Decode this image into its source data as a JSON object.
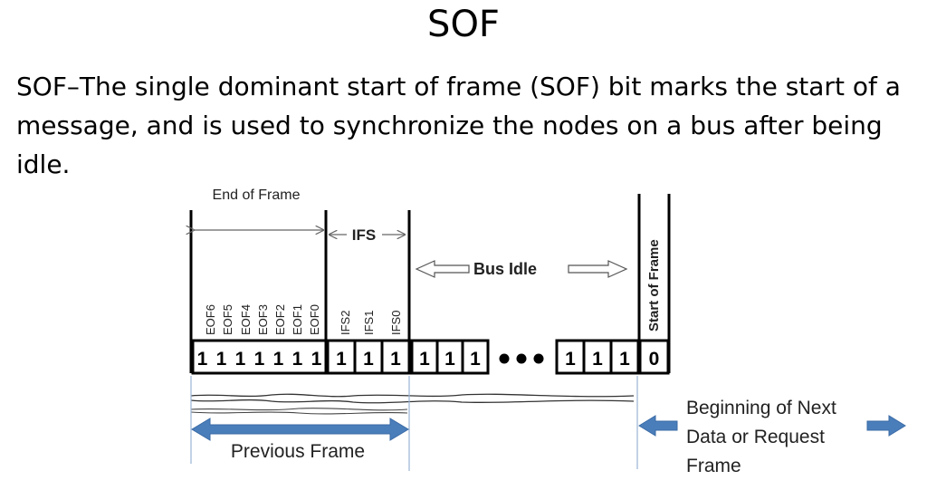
{
  "slide": {
    "title": "SOF",
    "body": "SOF–The single dominant start of frame (SOF) bit marks the start of a message, and is used to synchronize the nodes on a bus after being idle."
  },
  "diagram": {
    "end_of_frame_label": "End of Frame",
    "ifs_label": "IFS",
    "bus_idle_label": "Bus Idle",
    "start_of_frame_label": "Start of Frame",
    "eof_bits": [
      "EOF6",
      "EOF5",
      "EOF4",
      "EOF3",
      "EOF2",
      "EOF1",
      "EOF0"
    ],
    "ifs_bits": [
      "IFS2",
      "IFS1",
      "IFS0"
    ],
    "eof_values": [
      "1",
      "1",
      "1",
      "1",
      "1",
      "1",
      "1"
    ],
    "ifs_values": [
      "1",
      "1",
      "1"
    ],
    "idle_values_left": [
      "1",
      "1",
      "1"
    ],
    "idle_values_right": [
      "1",
      "1",
      "1"
    ],
    "sof_value": "0",
    "previous_frame_label": "Previous Frame",
    "next_frame_label": [
      "Beginning of Next",
      "Data or Request",
      "Frame"
    ],
    "arrow_color": "#4a7ebb"
  }
}
